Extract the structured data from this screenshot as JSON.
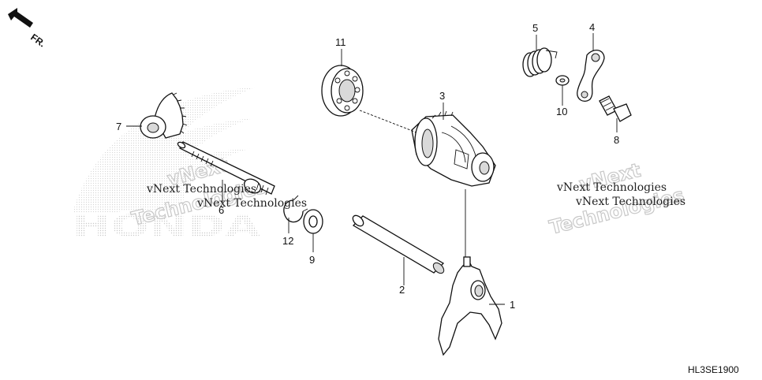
{
  "direction": {
    "label": "FR."
  },
  "diagram_code": "HL3SE1900",
  "watermark": {
    "brand": "HONDA",
    "company": "vNext Technologies",
    "company_lines": [
      "vNext",
      "Technologies"
    ]
  },
  "parts": [
    {
      "number": "1"
    },
    {
      "number": "2"
    },
    {
      "number": "3"
    },
    {
      "number": "4"
    },
    {
      "number": "5"
    },
    {
      "number": "6"
    },
    {
      "number": "7"
    },
    {
      "number": "8"
    },
    {
      "number": "9"
    },
    {
      "number": "10"
    },
    {
      "number": "11"
    },
    {
      "number": "12"
    }
  ]
}
